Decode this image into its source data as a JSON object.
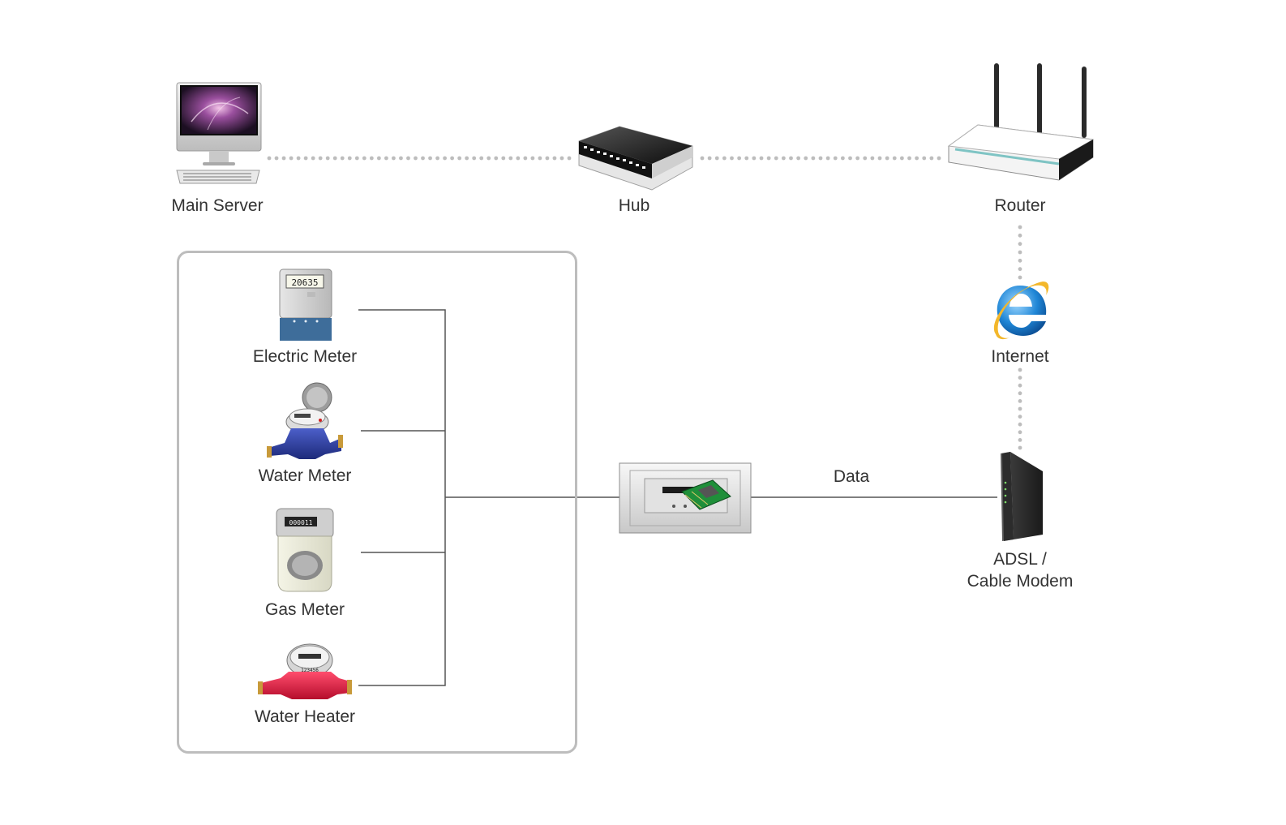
{
  "colors": {
    "dotted_link": "#bdbdbd",
    "wire": "#555555",
    "group_border": "#bdbdbd",
    "text": "#333333"
  },
  "nodes": {
    "main_server": {
      "label": "Main Server",
      "icon": "computer-monitor-icon"
    },
    "hub": {
      "label": "Hub",
      "icon": "network-hub-icon"
    },
    "router": {
      "label": "Router",
      "icon": "wireless-router-icon"
    },
    "internet": {
      "label": "Internet",
      "icon": "internet-explorer-icon"
    },
    "modem": {
      "label_line1": "ADSL /",
      "label_line2": "Cable Modem",
      "icon": "modem-icon"
    },
    "gateway": {
      "icon": "gateway-module-icon"
    },
    "electric_meter": {
      "label": "Electric Meter",
      "icon": "electric-meter-icon",
      "reading": "20635"
    },
    "water_meter": {
      "label": "Water Meter",
      "icon": "water-meter-icon"
    },
    "gas_meter": {
      "label": "Gas Meter",
      "icon": "gas-meter-icon",
      "reading": "000011"
    },
    "water_heater": {
      "label": "Water Heater",
      "icon": "water-heater-meter-icon",
      "reading": "123456"
    }
  },
  "links": {
    "data_label": "Data"
  }
}
